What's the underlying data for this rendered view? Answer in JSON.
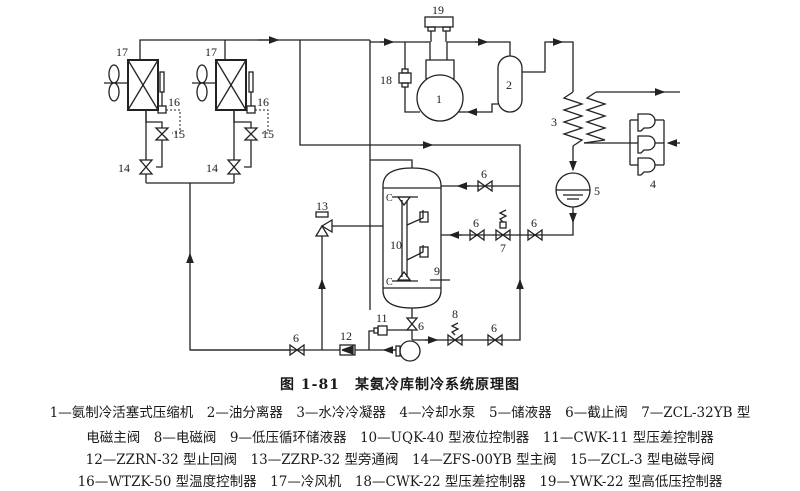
{
  "figure": {
    "title": "图 1-81　某氨冷库制冷系统原理图",
    "number": "1-81"
  },
  "labels": {
    "c1": "1",
    "c2": "2",
    "c3": "3",
    "c4": "4",
    "c5": "5",
    "c6": "6",
    "c7": "7",
    "c8": "8",
    "c9": "9",
    "c10": "10",
    "c11": "11",
    "c12": "12",
    "c13": "13",
    "c14": "14",
    "c15": "15",
    "c16": "16",
    "c17": "17",
    "c18": "18",
    "c19": "19"
  },
  "legend": [
    {
      "num": "1",
      "text": "1—氨制冷活塞式压缩机"
    },
    {
      "num": "2",
      "text": "2—油分离器"
    },
    {
      "num": "3",
      "text": "3—水冷冷凝器"
    },
    {
      "num": "4",
      "text": "4—冷却水泵"
    },
    {
      "num": "5",
      "text": "5—储液器"
    },
    {
      "num": "6",
      "text": "6—截止阀"
    },
    {
      "num": "7",
      "text": "7—ZCL-32YB 型电磁主阀"
    },
    {
      "num": "8",
      "text": "8—电磁阀"
    },
    {
      "num": "9",
      "text": "9—低压循环储液器"
    },
    {
      "num": "10",
      "text": "10—UQK-40 型液位控制器"
    },
    {
      "num": "11",
      "text": "11—CWK-11 型压差控制器"
    },
    {
      "num": "12",
      "text": "12—ZZRN-32 型止回阀"
    },
    {
      "num": "13",
      "text": "13—ZZRP-32 型旁通阀"
    },
    {
      "num": "14",
      "text": "14—ZFS-00YB 型主阀"
    },
    {
      "num": "15",
      "text": "15—ZCL-3 型电磁导阀"
    },
    {
      "num": "16",
      "text": "16—WTZK-50 型温度控制器"
    },
    {
      "num": "17",
      "text": "17—冷风机"
    },
    {
      "num": "18",
      "text": "18—CWK-22 型压差控制器"
    },
    {
      "num": "19",
      "text": "19—YWK-22 型高低压控制器"
    }
  ],
  "legend_lines": {
    "line1": "1—氨制冷活塞式压缩机　2—油分离器　3—水冷冷凝器　4—冷却水泵　5—储液器　6—截止阀　7—ZCL-32YB 型",
    "line2": "电磁主阀　8—电磁阀　9—低压循环储液器　10—UQK-40 型液位控制器　11—CWK-11 型压差控制器",
    "line3": "12—ZZRN-32 型止回阀　13—ZZRP-32 型旁通阀　14—ZFS-00YB 型主阀　15—ZCL-3 型电磁导阀",
    "line4": "16—WTZK-50 型温度控制器　17—冷风机　18—CWK-22 型压差控制器　19—YWK-22 型高低压控制器"
  }
}
